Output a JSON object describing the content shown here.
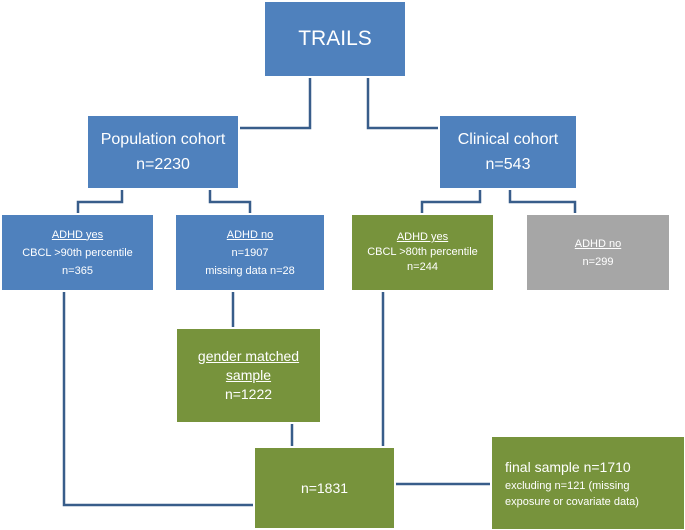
{
  "trails": {
    "label": "TRAILS"
  },
  "population": {
    "label": "Population cohort",
    "n": "n=2230"
  },
  "clinical": {
    "label": "Clinical cohort",
    "n": "n=543"
  },
  "pop_adhd_yes": {
    "label": "ADHD yes",
    "criterion": "CBCL >90th percentile",
    "n": "n=365"
  },
  "pop_adhd_no": {
    "label": "ADHD no",
    "n": "n=1907",
    "missing": "missing data n=28"
  },
  "clin_adhd_yes": {
    "label": "ADHD yes",
    "criterion": "CBCL >80th percentile",
    "n": "n=244"
  },
  "clin_adhd_no": {
    "label": "ADHD no",
    "n": "n=299"
  },
  "gender_matched": {
    "line1": "gender matched",
    "line2": "sample",
    "n": "n=1222"
  },
  "combined": {
    "n": "n=1831"
  },
  "final": {
    "title": "final sample n=1710",
    "line1": "excluding n=121 (missing",
    "line2": "exposure or covariate data)"
  },
  "colors": {
    "blue": "#4f81bd",
    "green": "#77933c",
    "grey": "#a6a6a6",
    "line": "#385d8a"
  }
}
